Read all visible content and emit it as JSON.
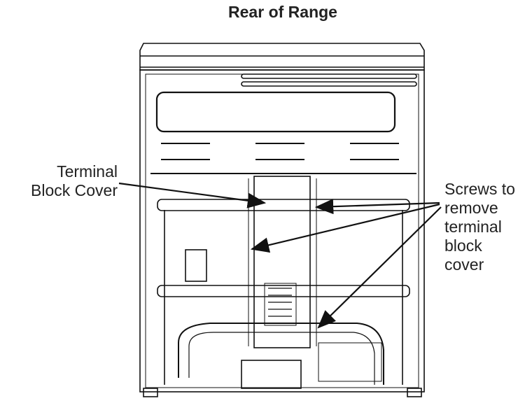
{
  "title": "Rear of Range",
  "labels": {
    "terminal_block_cover": [
      "Terminal",
      "Block Cover"
    ],
    "screws": [
      "Screws to",
      "remove",
      "terminal",
      "block",
      "cover"
    ]
  }
}
